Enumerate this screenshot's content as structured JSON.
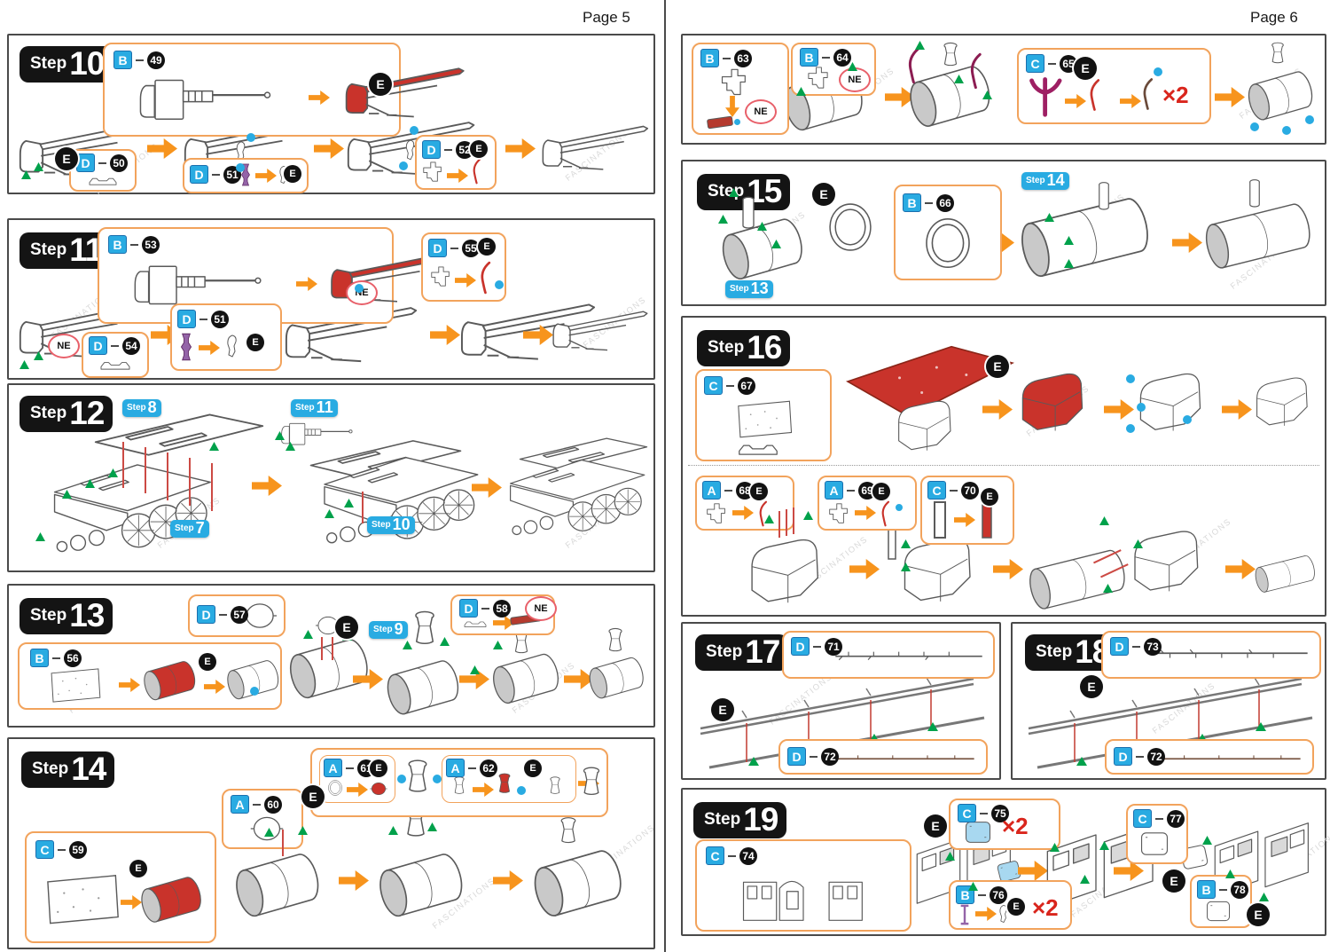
{
  "meta": {
    "watermark": "FASCINATIONS"
  },
  "labels": {
    "step_prefix": "Step",
    "e": "E",
    "ne": "NE",
    "times2": "×2"
  },
  "page5": {
    "label": "Page 5",
    "s10": {
      "num": "10",
      "b49": {
        "l": "B",
        "n": "49"
      },
      "d50": {
        "l": "D",
        "n": "50"
      },
      "d51": {
        "l": "D",
        "n": "51"
      },
      "d52": {
        "l": "D",
        "n": "52"
      }
    },
    "s11": {
      "num": "11",
      "b53": {
        "l": "B",
        "n": "53"
      },
      "d54": {
        "l": "D",
        "n": "54"
      },
      "d51": {
        "l": "D",
        "n": "51"
      },
      "d55": {
        "l": "D",
        "n": "55"
      }
    },
    "s12": {
      "num": "12",
      "ref8": "8",
      "ref11": "11",
      "ref7": "7",
      "ref10": "10"
    },
    "s13": {
      "num": "13",
      "d57": {
        "l": "D",
        "n": "57"
      },
      "b56": {
        "l": "B",
        "n": "56"
      },
      "d58": {
        "l": "D",
        "n": "58"
      },
      "ref9": "9"
    },
    "s14": {
      "num": "14",
      "c59": {
        "l": "C",
        "n": "59"
      },
      "a60": {
        "l": "A",
        "n": "60"
      },
      "a61": {
        "l": "A",
        "n": "61"
      },
      "a62": {
        "l": "A",
        "n": "62"
      }
    }
  },
  "page6": {
    "label": "Page 6",
    "cont": {
      "b63": {
        "l": "B",
        "n": "63"
      },
      "b64": {
        "l": "B",
        "n": "64"
      },
      "c65": {
        "l": "C",
        "n": "65"
      }
    },
    "s15": {
      "num": "15",
      "b66": {
        "l": "B",
        "n": "66"
      },
      "ref13": "13",
      "ref14": "14"
    },
    "s16": {
      "num": "16",
      "c67": {
        "l": "C",
        "n": "67"
      },
      "a68": {
        "l": "A",
        "n": "68"
      },
      "a69": {
        "l": "A",
        "n": "69"
      },
      "c70": {
        "l": "C",
        "n": "70"
      }
    },
    "s17": {
      "num": "17",
      "d71": {
        "l": "D",
        "n": "71"
      },
      "d72": {
        "l": "D",
        "n": "72"
      }
    },
    "s18": {
      "num": "18",
      "d73": {
        "l": "D",
        "n": "73"
      },
      "d72": {
        "l": "D",
        "n": "72"
      }
    },
    "s19": {
      "num": "19",
      "c74": {
        "l": "C",
        "n": "74"
      },
      "c75": {
        "l": "C",
        "n": "75"
      },
      "b76": {
        "l": "B",
        "n": "76"
      },
      "c77": {
        "l": "C",
        "n": "77"
      },
      "b78": {
        "l": "B",
        "n": "78"
      }
    }
  },
  "colors": {
    "arrow_orange": "#F7941D",
    "callout_border": "#F2A35C",
    "cyan_badge": "#29ABE2",
    "part_red": "#C9332B",
    "part_purple": "#9464A8",
    "part_maroon": "#9E1F63",
    "green_marker": "#00A14B",
    "x2_red": "#D9251C"
  }
}
